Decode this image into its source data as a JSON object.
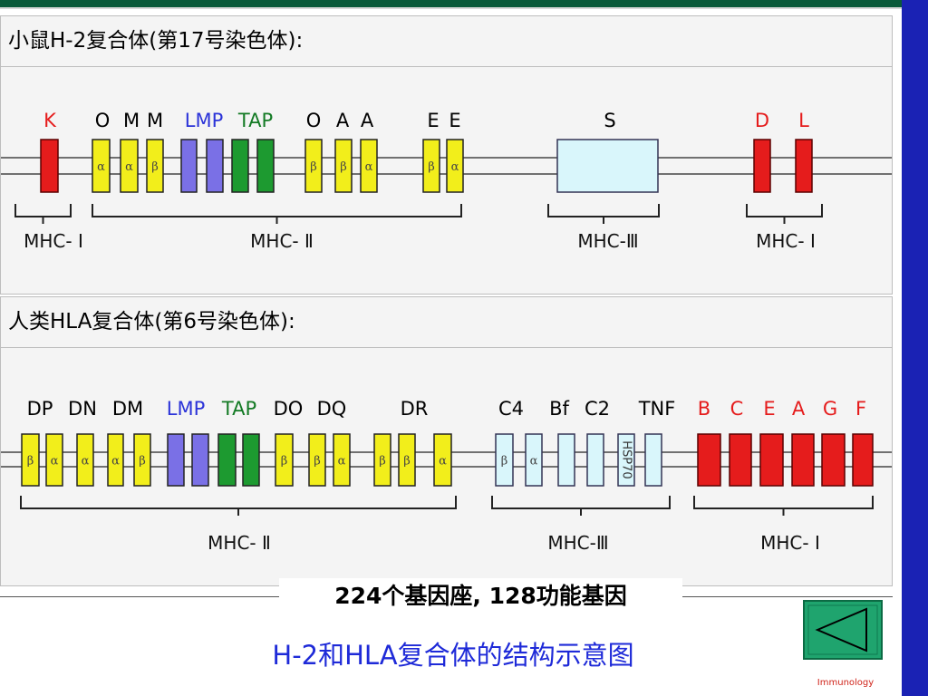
{
  "footer_note": "224个基因座, 128功能基因",
  "caption": "H-2和HLA复合体的结构示意图",
  "logo_text": "Immunology",
  "colors": {
    "class_i": "#e51c1c",
    "class_ii": "#f2ee1b",
    "lmp": "#7a70e6",
    "tap": "#1d9a30",
    "class_iii": "#d9f6fb",
    "nav_button": "#1fa46e",
    "accent_blue": "#1e2ad8"
  },
  "h2": {
    "title": "小鼠H-2复合体(第17号染色体):",
    "labels": [
      {
        "text": "K",
        "color": "red"
      },
      {
        "text": "O",
        "color": "black"
      },
      {
        "text": "M",
        "color": "black"
      },
      {
        "text": "M",
        "color": "black"
      },
      {
        "text": "LMP",
        "color": "blue"
      },
      {
        "text": "TAP",
        "color": "green"
      },
      {
        "text": "O",
        "color": "black"
      },
      {
        "text": "A",
        "color": "black"
      },
      {
        "text": "A",
        "color": "black"
      },
      {
        "text": "E",
        "color": "black"
      },
      {
        "text": "E",
        "color": "black"
      },
      {
        "text": "S",
        "color": "black"
      },
      {
        "text": "D",
        "color": "red"
      },
      {
        "text": "L",
        "color": "red"
      }
    ],
    "genes": [
      {
        "type": "class_i",
        "sym": ""
      },
      {
        "type": "class_ii",
        "sym": "α"
      },
      {
        "type": "class_ii",
        "sym": "α"
      },
      {
        "type": "class_ii",
        "sym": "β"
      },
      {
        "type": "lmp",
        "sym": ""
      },
      {
        "type": "lmp",
        "sym": ""
      },
      {
        "type": "tap",
        "sym": ""
      },
      {
        "type": "tap",
        "sym": ""
      },
      {
        "type": "class_ii",
        "sym": "β"
      },
      {
        "type": "class_ii",
        "sym": "β"
      },
      {
        "type": "class_ii",
        "sym": "α"
      },
      {
        "type": "class_ii",
        "sym": "β"
      },
      {
        "type": "class_ii",
        "sym": "α"
      },
      {
        "type": "class_iii",
        "sym": ""
      },
      {
        "type": "class_i",
        "sym": ""
      },
      {
        "type": "class_i",
        "sym": ""
      }
    ],
    "regions": [
      "MHC- Ⅰ",
      "MHC- Ⅱ",
      "MHC-Ⅲ",
      "MHC- Ⅰ"
    ]
  },
  "hla": {
    "title": "人类HLA复合体(第6号染色体):",
    "labels": [
      {
        "text": "DP",
        "color": "black"
      },
      {
        "text": "DN",
        "color": "black"
      },
      {
        "text": "DM",
        "color": "black"
      },
      {
        "text": "LMP",
        "color": "blue"
      },
      {
        "text": "TAP",
        "color": "green"
      },
      {
        "text": "DO",
        "color": "black"
      },
      {
        "text": "DQ",
        "color": "black"
      },
      {
        "text": "DR",
        "color": "black"
      },
      {
        "text": "C4",
        "color": "black"
      },
      {
        "text": "Bf",
        "color": "black"
      },
      {
        "text": "C2",
        "color": "black"
      },
      {
        "text": "TNF",
        "color": "black"
      },
      {
        "text": "B",
        "color": "red"
      },
      {
        "text": "C",
        "color": "red"
      },
      {
        "text": "E",
        "color": "red"
      },
      {
        "text": "A",
        "color": "red"
      },
      {
        "text": "G",
        "color": "red"
      },
      {
        "text": "F",
        "color": "red"
      }
    ],
    "genes": [
      {
        "type": "class_ii",
        "sym": "β"
      },
      {
        "type": "class_ii",
        "sym": "α"
      },
      {
        "type": "class_ii",
        "sym": "α"
      },
      {
        "type": "class_ii",
        "sym": "α"
      },
      {
        "type": "class_ii",
        "sym": "β"
      },
      {
        "type": "lmp",
        "sym": ""
      },
      {
        "type": "lmp",
        "sym": ""
      },
      {
        "type": "tap",
        "sym": ""
      },
      {
        "type": "tap",
        "sym": ""
      },
      {
        "type": "class_ii",
        "sym": "β"
      },
      {
        "type": "class_ii",
        "sym": "β"
      },
      {
        "type": "class_ii",
        "sym": "α"
      },
      {
        "type": "class_ii",
        "sym": "β"
      },
      {
        "type": "class_ii",
        "sym": "β"
      },
      {
        "type": "class_ii",
        "sym": "α"
      },
      {
        "type": "class_iii",
        "sym": "β"
      },
      {
        "type": "class_iii",
        "sym": "α"
      },
      {
        "type": "class_iii",
        "sym": ""
      },
      {
        "type": "class_iii",
        "sym": ""
      },
      {
        "type": "class_iii",
        "sym": "HSP70"
      },
      {
        "type": "class_iii",
        "sym": ""
      },
      {
        "type": "class_i",
        "sym": ""
      },
      {
        "type": "class_i",
        "sym": ""
      },
      {
        "type": "class_i",
        "sym": ""
      },
      {
        "type": "class_i",
        "sym": ""
      },
      {
        "type": "class_i",
        "sym": ""
      },
      {
        "type": "class_i",
        "sym": ""
      }
    ],
    "regions": [
      "MHC- Ⅱ",
      "MHC-Ⅲ",
      "MHC- Ⅰ"
    ]
  }
}
